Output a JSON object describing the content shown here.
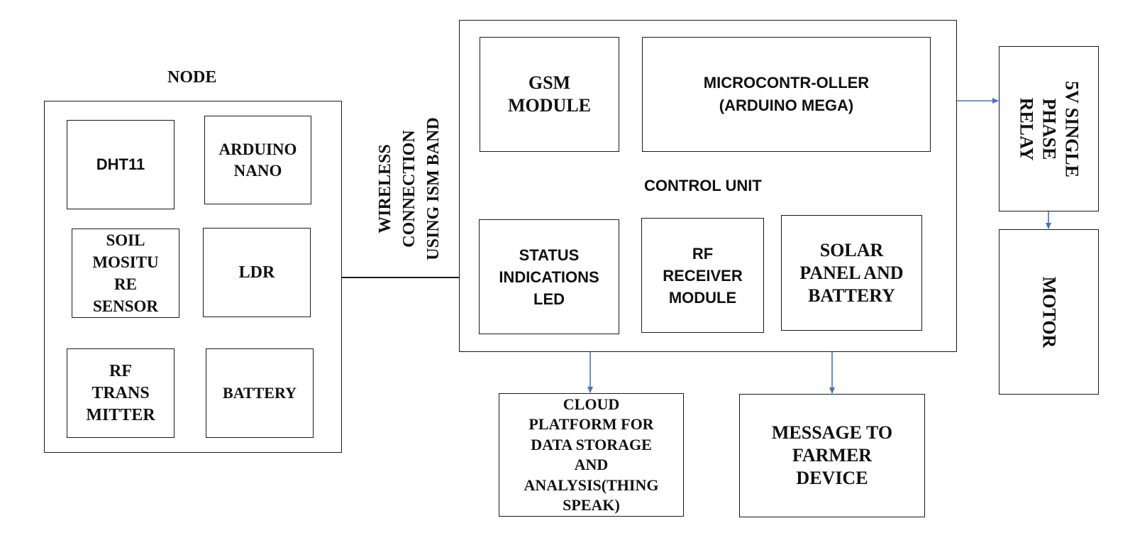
{
  "node": {
    "title": "NODE",
    "dht11": "DHT11",
    "arduino_nano": "ARDUINO\nNANO",
    "soil_sensor": "SOIL\nMOSITU\nRE\nSENSOR",
    "ldr": "LDR",
    "rf_transmitter": "RF\nTRANS\nMITTER",
    "battery": "BATTERY"
  },
  "link": {
    "wireless_label": "WIRELESS\nCONNECTION\nUSING ISM BAND"
  },
  "control_unit": {
    "title": "CONTROL UNIT",
    "gsm": "GSM\nMODULE",
    "microcontroller": "MICROCONTR-OLLER\n(ARDUINO MEGA)",
    "status_led": "STATUS\nINDICATIONS\nLED",
    "rf_receiver": "RF\nRECEIVER\nMODULE",
    "solar": "SOLAR\nPANEL AND\nBATTERY"
  },
  "outputs": {
    "cloud": "CLOUD\nPLATFORM FOR\nDATA STORAGE\nAND\nANALYSIS(THING\nSPEAK)",
    "message": "MESSAGE TO\nFARMER\nDEVICE",
    "relay": "5V SINGLE\nPHASE RELAY",
    "motor": "MOTOR"
  },
  "colors": {
    "arrow": "#4472c4",
    "line": "#1a1a1a"
  }
}
